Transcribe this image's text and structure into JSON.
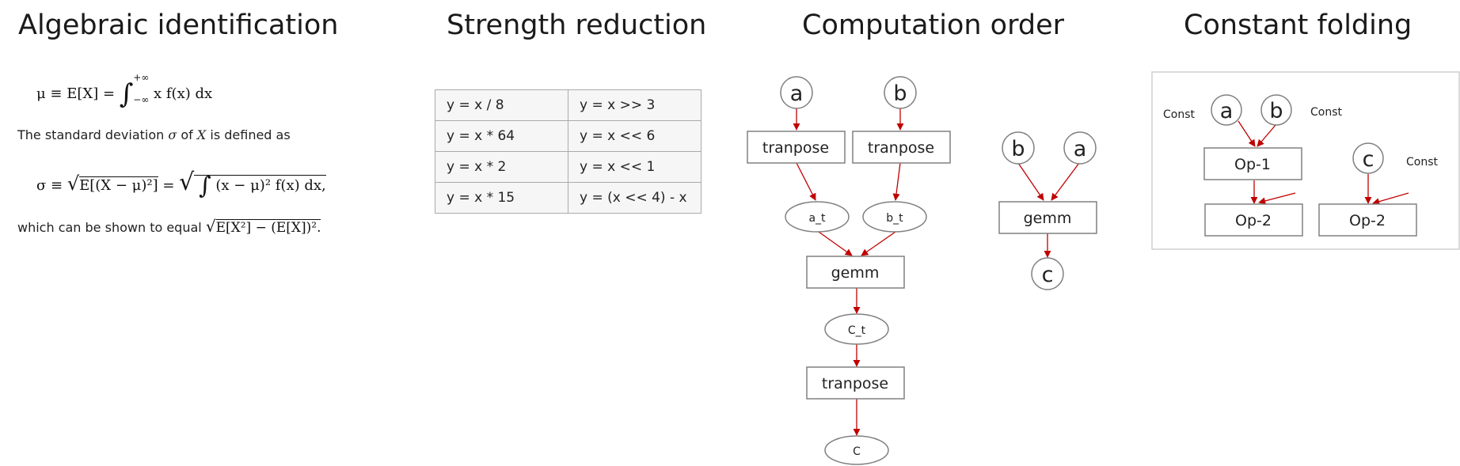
{
  "titles": {
    "algebraic": "Algebraic identification",
    "strength": "Strength reduction",
    "order": "Computation order",
    "folding": "Constant folding"
  },
  "algebraic": {
    "formula1": "μ ≡ E[X] = ∫ x f(x) dx",
    "limit_upper": "+∞",
    "limit_lower": "−∞",
    "text1_a": "The standard deviation",
    "sigma": "σ",
    "text1_b": "of",
    "X": "X",
    "text1_c": "is defined as",
    "formula2": "σ ≡ √E[(X − μ)²] = √∫ (x − μ)² f(x) dx,",
    "text2": "which can be shown to equal",
    "formula3": "√E[X²] − (E[X])².",
    "formula1_lhs": "μ ≡ E[X] =",
    "formula1_rhs": "x f(x) dx",
    "formula2_lhs": "σ ≡",
    "formula2_mid": "E[(X − μ)²]",
    "formula2_eq": "=",
    "formula2_rhs": "(x − μ)² f(x) dx,",
    "formula3_body": "E[X²] − (E[X])²."
  },
  "strength": {
    "rows": [
      [
        "y = x / 8",
        "y = x >> 3"
      ],
      [
        "y = x * 64",
        "y = x << 6"
      ],
      [
        "y = x * 2",
        "y = x << 1"
      ],
      [
        "y = x * 15",
        "y = (x << 4) - x"
      ]
    ]
  },
  "order": {
    "a": "a",
    "b": "b",
    "transpose": "tranpose",
    "a_t": "a_t",
    "b_t": "b_t",
    "gemm": "gemm",
    "C_t": "C_t",
    "C": "C",
    "c": "c"
  },
  "folding": {
    "a": "a",
    "b": "b",
    "c": "c",
    "const": "Const",
    "op1": "Op-1",
    "op2": "Op-2"
  },
  "colors": {
    "arrow": "#c00000",
    "node_stroke": "#808080"
  }
}
